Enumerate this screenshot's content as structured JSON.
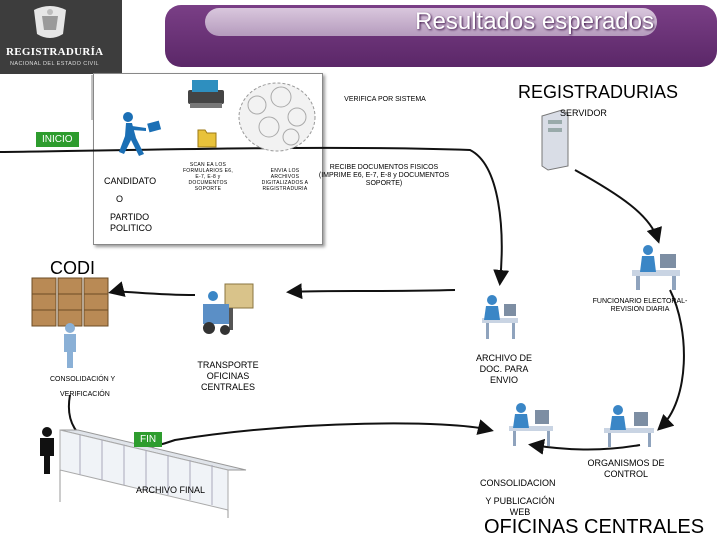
{
  "header": {
    "logo_name": "REGISTRADURÍA",
    "logo_subtitle": "NACIONAL DEL ESTADO CIVIL",
    "title": "Resultados esperados"
  },
  "colors": {
    "banner": "#5b2768",
    "tag_green": "#2e9c2e",
    "arrow": "#111111"
  },
  "nodes": {
    "verifica": "VERIFICA POR SISTEMA",
    "registradurias": "REGISTRADURIAS",
    "servidor": "SERVIDOR",
    "inicio": "INICIO",
    "candidato": "CANDIDATO",
    "o": "O",
    "partido": "PARTIDO POLITICO",
    "scan": "SCAN EA LOS FORMULARIOS E6, E-7, E-8 y DOCUMENTOS SOPORTE",
    "envia": "ENVIA LOS ARCHIVOS DIGITALIZADOS A REGISTRADURIA",
    "recibe": "RECIBE DOCUMENTOS FISICOS (IMPRIME E6, E-7, E-8 y DOCUMENTOS SOPORTE)",
    "codi": "CODI",
    "funcionario": "FUNCIONARIO ELECTORAL- REVISION DIARIA",
    "transporte": "TRANSPORTE OFICINAS CENTRALES",
    "archivo_doc": "ARCHIVO DE DOC. PARA ENVIO",
    "consolidacion_y": "CONSOLIDACIÓN Y",
    "verificacion": "VERIFICACIÓN",
    "fin": "FIN",
    "organismos": "ORGANISMOS DE CONTROL",
    "archivo_final": "ARCHIVO FINAL",
    "consolidacion": "CONSOLIDACION",
    "publicacion": "Y PUBLICACIÓN WEB",
    "oficinas": "OFICINAS CENTRALES"
  },
  "icons": [
    "national-emblem-icon",
    "scanner-icon",
    "network-cloud-icon",
    "folder-icon",
    "walking-person-icon",
    "server-tower-icon",
    "worker-at-desk-icon",
    "box-stack-icon",
    "forklift-icon",
    "standing-person-icon",
    "filing-cabinet-icon"
  ]
}
